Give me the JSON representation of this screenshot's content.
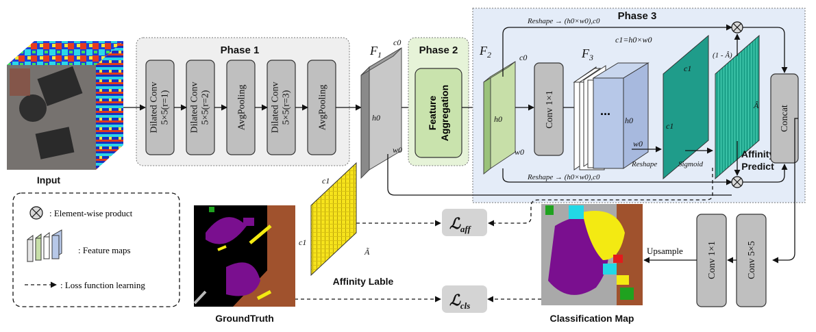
{
  "phase1": {
    "title": "Phase 1",
    "blocks": [
      {
        "line1": "Dilated Conv",
        "line2": "5×5(r=1)"
      },
      {
        "line1": "Dilated Conv",
        "line2": "5×5(r=2)"
      },
      {
        "line1": "AvgPooling",
        "line2": ""
      },
      {
        "line1": "Dilated Conv",
        "line2": "5×5(r=3)"
      },
      {
        "line1": "AvgPooling",
        "line2": ""
      }
    ]
  },
  "phase2": {
    "title": "Phase 2",
    "block_line1": "Feature",
    "block_line2": "Aggregation"
  },
  "phase3": {
    "title": "Phase 3",
    "conv": "Conv 1×1",
    "concat": "Concat",
    "reshape_top": "Reshape",
    "reshape_top_shape": "(h0×w0),c0",
    "reshape_bottom": "Reshape",
    "reshape_bottom_shape": "(h0×w0),c0",
    "reshape_mid": "Reshape",
    "sigmoid": "Sigmoid",
    "one_minus": "(1 - Â)",
    "a_hat": "Â",
    "affinity_predict_1": "Affinity",
    "affinity_predict_2": "Predict",
    "c1_eq": "c1=h0×w0"
  },
  "labels": {
    "input": "Input",
    "f1": "F1",
    "f2": "F2",
    "f3": "F3",
    "c0": "c0",
    "h0": "h0",
    "w0": "w0",
    "c1": "c1",
    "a_tilde": "Ã",
    "affinity_label": "Affinity Lable",
    "groundtruth": "GroundTruth",
    "classification_map": "Classification Map",
    "upsample": "Upsample",
    "conv11": "Conv 1×1",
    "conv55": "Conv 5×5",
    "l_aff": "ℒaff",
    "l_cls": "ℒcls",
    "dots": "..."
  },
  "legend": {
    "element_wise": ": Element-wise product",
    "feature_maps": ": Feature maps",
    "loss": ": Loss function learning"
  },
  "colors": {
    "phase1_bg": "#efefef",
    "phase2_bg": "#e6f3d8",
    "phase3_bg": "#e6eef8",
    "block_gray": "#bfbfbf",
    "feature_green": "#c7dfa8",
    "feature_blue": "#b7c8e8",
    "teal": "#1f9c8a",
    "affinity_yellow": "#f5e21b",
    "purple": "#7a0f8f",
    "brown": "#a0522d"
  }
}
